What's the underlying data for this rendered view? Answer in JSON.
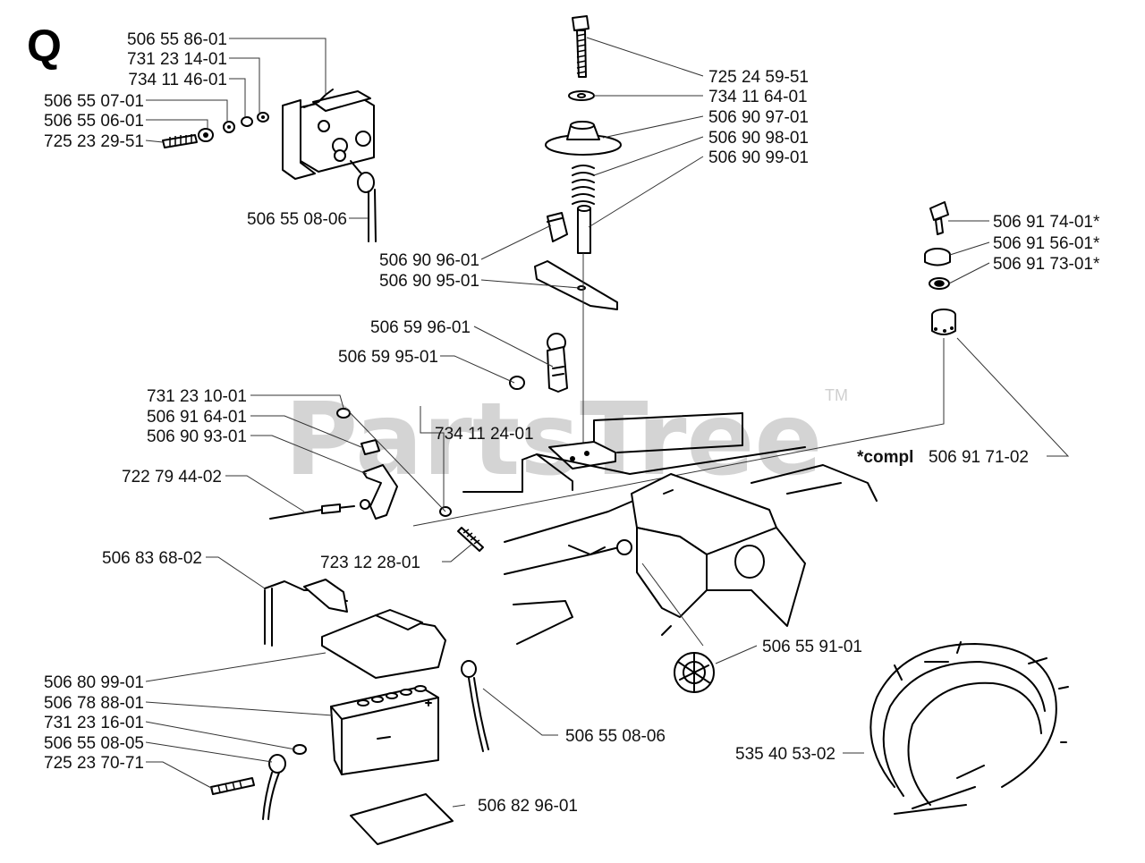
{
  "section_letter": "Q",
  "watermark": {
    "text": "PartsTree",
    "tm": "TM"
  },
  "parts": {
    "p_506558601": "506 55 86-01",
    "p_731231401": "731 23 14-01",
    "p_734114601": "734 11 46-01",
    "p_506550701": "506 55 07-01",
    "p_506550601": "506 55 06-01",
    "p_725232951": "725 23 29-51",
    "p_506550806_top": "506 55 08-06",
    "p_725245951": "725 24 59-51",
    "p_734116401": "734 11 64-01",
    "p_506909701": "506 90 97-01",
    "p_506909801": "506 90 98-01",
    "p_506909901": "506 90 99-01",
    "p_506909601": "506 90 96-01",
    "p_506909501": "506 90 95-01",
    "p_506917401": "506 91 74-01*",
    "p_506915601": "506 91 56-01*",
    "p_506917301": "506 91 73-01*",
    "p_506599601": "506 59 96-01",
    "p_506599501": "506 59 95-01",
    "p_731231001": "731 23 10-01",
    "p_506916401": "506 91 64-01",
    "p_506909301": "506 90 93-01",
    "p_734112401": "734 11 24-01",
    "p_compl_prefix": "*compl",
    "p_506917102": "506 91 71-02",
    "p_722794402": "722 79 44-02",
    "p_723122801": "723 12 28-01",
    "p_506836802": "506 83 68-02",
    "p_506559101": "506 55 91-01",
    "p_506809901": "506 80 99-01",
    "p_506788801": "506 78 88-01",
    "p_731231601": "731 23 16-01",
    "p_506550805": "506 55 08-05",
    "p_725237071": "725 23 70-71",
    "p_506550806_bot": "506 55 08-06",
    "p_535405302": "535 40 53-02",
    "p_506829601": "506 82 96-01"
  }
}
